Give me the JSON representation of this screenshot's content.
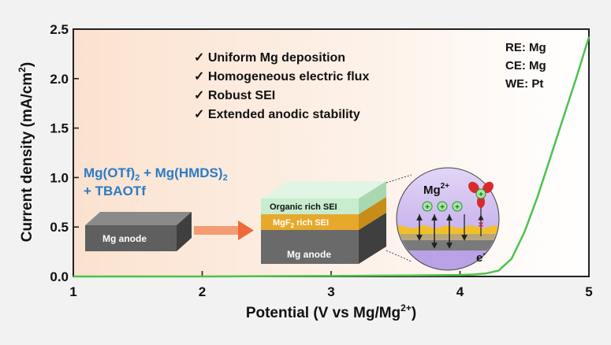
{
  "chart_data": {
    "type": "line",
    "xlabel": "Potential (V vs Mg/Mg",
    "xlabel_sup": "2+",
    "xlabel_end": ")",
    "ylabel": "Current density (mA/cm",
    "ylabel_sup": "2",
    "ylabel_end": ")",
    "xlim": [
      1,
      5
    ],
    "ylim": [
      0,
      2.5
    ],
    "xticks": [
      "1",
      "2",
      "3",
      "4",
      "5"
    ],
    "yticks": [
      "0.0",
      "0.5",
      "1.0",
      "1.5",
      "2.0",
      "2.5"
    ],
    "grid": false,
    "series": [
      {
        "color": "#4cc34c",
        "x": [
          1.0,
          2.0,
          3.0,
          3.6,
          4.0,
          4.1,
          4.2,
          4.3,
          4.4,
          4.5,
          4.6,
          4.7,
          4.8,
          4.9,
          5.0
        ],
        "y": [
          0.0,
          0.0,
          0.005,
          0.01,
          0.015,
          0.02,
          0.03,
          0.06,
          0.18,
          0.45,
          0.8,
          1.2,
          1.6,
          2.0,
          2.42
        ]
      }
    ]
  },
  "checklist": [
    "✓ Uniform Mg deposition",
    "✓ Homogeneous electric flux",
    "✓ Robust SEI",
    "✓ Extended anodic stability"
  ],
  "electrodes": [
    "RE: Mg",
    "CE: Mg",
    "WE: Pt"
  ],
  "electrolyte": {
    "line1_a": "Mg(OTf)",
    "line1_sub1": "2",
    "line1_b": " + Mg(HMDS)",
    "line1_sub2": "2",
    "line2": "+ TBAOTf"
  },
  "schematic": {
    "anode_left": "Mg anode",
    "organic_layer": "Organic rich SEI",
    "mgf2_a": "MgF",
    "mgf2_sub": "2",
    "mgf2_b": " rich SEI",
    "anode_right": "Mg anode",
    "ion": "Mg",
    "ion_sup": "2+",
    "electron": "e",
    "electron_sup": "-"
  },
  "colors": {
    "background": "#f2f2f2",
    "gradient_start": "#fbe3d2",
    "gradient_end": "#ffffff",
    "curve": "#4cc34c",
    "electrolyte_text": "#2a7bc8",
    "arrow": "#f07e52",
    "organic_sei": "#bfe6c6",
    "mgf2_sei": "#e6a82a",
    "mg_anode": "#6b6b6b",
    "circle": "#c9b6ea"
  }
}
